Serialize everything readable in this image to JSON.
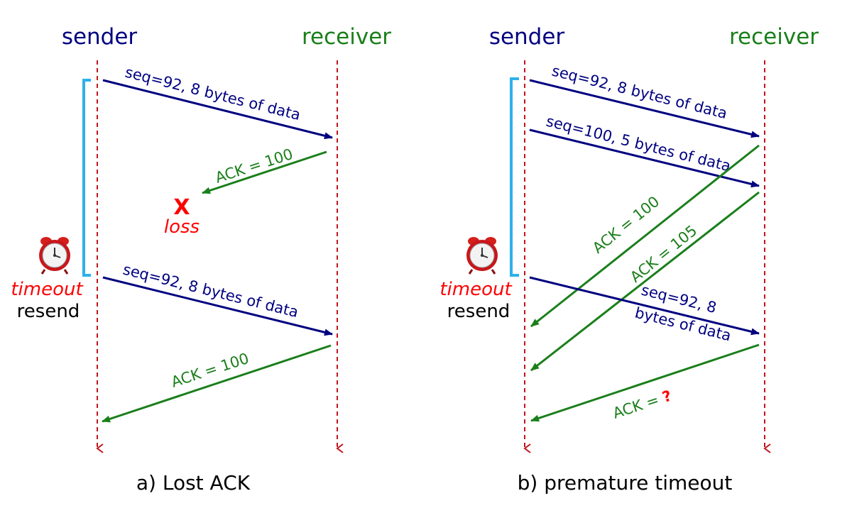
{
  "colors": {
    "sender": "#000080",
    "receiver": "#1a7f1a",
    "timeline": "#c0161c",
    "timer_bracket": "#2fb0ea",
    "loss": "#ff0000",
    "text": "#000000"
  },
  "scenario_a": {
    "sender_label": "sender",
    "receiver_label": "receiver",
    "msg1": "seq=92, 8 bytes of data",
    "ack1": "ACK = 100",
    "loss_mark": "X",
    "loss_label": "loss",
    "timeout_label": "timeout",
    "resend_label": "resend",
    "msg2": "seq=92, 8 bytes of data",
    "ack2": "ACK = 100",
    "caption": "a)  Lost ACK"
  },
  "scenario_b": {
    "sender_label": "sender",
    "receiver_label": "receiver",
    "msg1": "seq=92, 8 bytes of data",
    "msg2": "seq=100, 5 bytes of data",
    "ack1": "ACK = 100",
    "ack2": "ACK = 105",
    "timeout_label": "timeout",
    "resend_label": "resend",
    "msg3_line1": "seq=92, 8",
    "msg3_line2": "bytes of data",
    "ack3_prefix": "ACK = ",
    "ack3_unknown": "?",
    "caption": "b)  premature timeout"
  }
}
